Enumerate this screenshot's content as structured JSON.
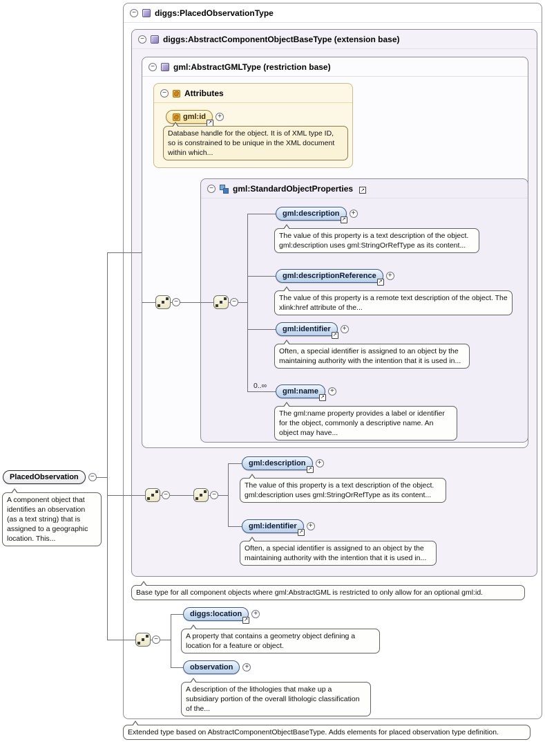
{
  "icons": {
    "collapse_glyph": "−",
    "expand_glyph": "+",
    "link_glyph": "↗",
    "at_glyph": "@"
  },
  "root": {
    "title": "diggs:PlacedObservationType",
    "footnote": "Extended type based on AbstractComponentObjectBaseType. Adds elements for placed observation type definition."
  },
  "element": {
    "name": "PlacedObservation",
    "doc": "A component object that identifies an observation (as a text string) that is assigned to a geographic location. This..."
  },
  "base_type": {
    "title": "diggs:AbstractComponentObjectBaseType (extension base)",
    "footnote": "Base type for all component objects where gml:AbstractGML is restricted to only allow for an optional gml:id.",
    "elements": [
      {
        "name": "gml:description",
        "doc": "The value of this property is a text description of the object. gml:description uses gml:StringOrRefType as its content..."
      },
      {
        "name": "gml:identifier",
        "doc": "Often, a special identifier is assigned to an object by the maintaining authority with the intention that it is used in..."
      }
    ]
  },
  "gml_base": {
    "title": "gml:AbstractGMLType (restriction base)",
    "attributes": {
      "title": "Attributes",
      "items": [
        {
          "name": "gml:id",
          "doc": "Database handle for the object. It is of XML type ID, so is constrained to be unique in the XML document within which..."
        }
      ]
    },
    "group": {
      "title": "gml:StandardObjectProperties",
      "elements": [
        {
          "name": "gml:description",
          "doc": "The value of this property is a text description of the object. gml:description uses gml:StringOrRefType as its content..."
        },
        {
          "name": "gml:descriptionReference",
          "doc": "The value of this property is a remote text description of the object. The xlink:href attribute of the..."
        },
        {
          "name": "gml:identifier",
          "doc": "Often, a special identifier is assigned to an object by the maintaining authority with the intention that it is used in..."
        },
        {
          "name": "gml:name",
          "cardinality": "0..∞",
          "doc": "The gml:name property provides a label or identifier for the object, commonly a descriptive name. An object may have..."
        }
      ]
    }
  },
  "own_elements": [
    {
      "name": "diggs:location",
      "doc": "A property that contains a geometry object defining a location for a feature or object."
    },
    {
      "name": "observation",
      "doc": "A description of the lithologies that make up a subsidiary portion of the overall lithologic classification of the..."
    }
  ]
}
